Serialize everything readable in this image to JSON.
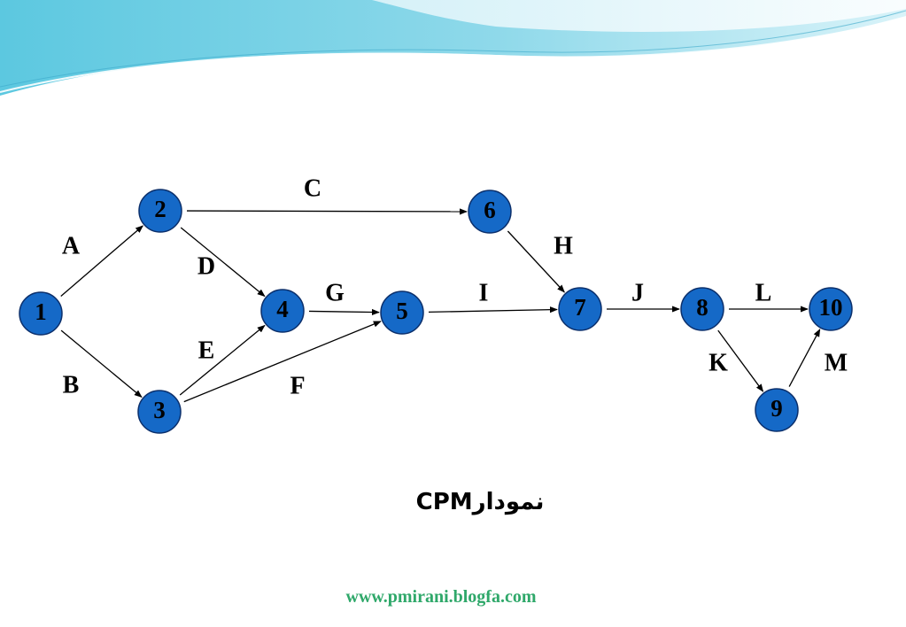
{
  "diagram": {
    "nodes": [
      {
        "id": "1",
        "label": "1"
      },
      {
        "id": "2",
        "label": "2"
      },
      {
        "id": "3",
        "label": "3"
      },
      {
        "id": "4",
        "label": "4"
      },
      {
        "id": "5",
        "label": "5"
      },
      {
        "id": "6",
        "label": "6"
      },
      {
        "id": "7",
        "label": "7"
      },
      {
        "id": "8",
        "label": "8"
      },
      {
        "id": "9",
        "label": "9"
      },
      {
        "id": "10",
        "label": "10"
      }
    ],
    "edges": [
      {
        "from": "1",
        "to": "2",
        "label": "A"
      },
      {
        "from": "1",
        "to": "3",
        "label": "B"
      },
      {
        "from": "2",
        "to": "6",
        "label": "C"
      },
      {
        "from": "2",
        "to": "4",
        "label": "D"
      },
      {
        "from": "3",
        "to": "4",
        "label": "E"
      },
      {
        "from": "3",
        "to": "5",
        "label": "F"
      },
      {
        "from": "4",
        "to": "5",
        "label": "G"
      },
      {
        "from": "6",
        "to": "7",
        "label": "H"
      },
      {
        "from": "5",
        "to": "7",
        "label": "I"
      },
      {
        "from": "7",
        "to": "8",
        "label": "J"
      },
      {
        "from": "8",
        "to": "9",
        "label": "K"
      },
      {
        "from": "8",
        "to": "10",
        "label": "L"
      },
      {
        "from": "9",
        "to": "10",
        "label": "M"
      }
    ]
  },
  "caption": "نمودارCPM",
  "footer": {
    "url": "www.pmirani.blogfa.com"
  },
  "colors": {
    "node_fill": "#1569c7",
    "node_stroke": "#0b2f6b",
    "footer_text": "#2fa86a",
    "header_wave": "#4fc3dc"
  }
}
